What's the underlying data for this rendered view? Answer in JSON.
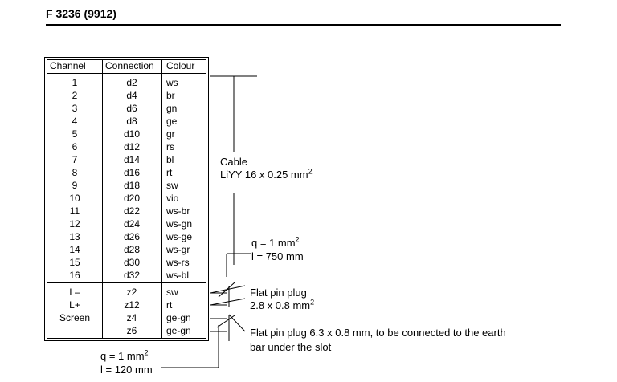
{
  "header": {
    "title": "F 3236 (9912)"
  },
  "table": {
    "columns": [
      "Channel",
      "Connection",
      "Colour"
    ],
    "rows": [
      [
        "1",
        "d2",
        "ws"
      ],
      [
        "2",
        "d4",
        "br"
      ],
      [
        "3",
        "d6",
        "gn"
      ],
      [
        "4",
        "d8",
        "ge"
      ],
      [
        "5",
        "d10",
        "gr"
      ],
      [
        "6",
        "d12",
        "rs"
      ],
      [
        "7",
        "d14",
        "bl"
      ],
      [
        "8",
        "d16",
        "rt"
      ],
      [
        "9",
        "d18",
        "sw"
      ],
      [
        "10",
        "d20",
        "vio"
      ],
      [
        "11",
        "d22",
        "ws-br"
      ],
      [
        "12",
        "d24",
        "ws-gn"
      ],
      [
        "13",
        "d26",
        "ws-ge"
      ],
      [
        "14",
        "d28",
        "ws-gr"
      ],
      [
        "15",
        "d30",
        "ws-rs"
      ],
      [
        "16",
        "d32",
        "ws-bl"
      ]
    ],
    "extra_rows": [
      [
        "L–",
        "z2",
        "sw"
      ],
      [
        "L+",
        "z12",
        "rt"
      ],
      [
        "Screen",
        "z4",
        "ge-gn"
      ],
      [
        "",
        "z6",
        "ge-gn"
      ]
    ]
  },
  "labels": {
    "cable_title": "Cable",
    "cable_spec": "LiYY 16 x 0.25 mm",
    "cable_spec_sup": "2",
    "wire1_section": "q = 1 mm",
    "wire1_section_sup": "2",
    "wire1_length": "l = 750 mm",
    "plug1_title": "Flat pin plug",
    "plug1_size": "2.8 x 0.8 mm",
    "plug1_size_sup": "2",
    "plug2_line1": "Flat pin plug 6.3 x 0.8 mm, to be connected to the earth",
    "plug2_line2": "bar under the slot",
    "wire2_section": "q = 1 mm",
    "wire2_section_sup": "2",
    "wire2_length": "l = 120 mm"
  }
}
